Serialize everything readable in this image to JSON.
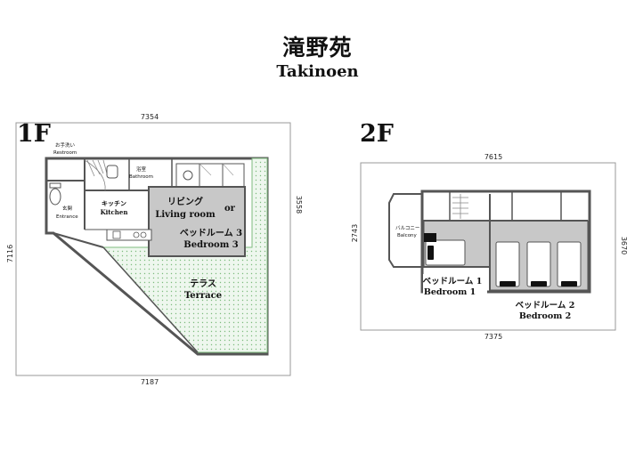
{
  "title": {
    "ja": "滝野苑",
    "en": "Takinoen"
  },
  "floor1": {
    "label": "1F",
    "dims": {
      "top": "7354",
      "left": "7116",
      "right": "3558",
      "bottom": "7187"
    },
    "rooms": {
      "restroom_ja": "お手洗い",
      "restroom_en": "Restroom",
      "bathroom_ja": "浴室",
      "bathroom_en": "Bathroom",
      "entrance_ja": "玄関",
      "entrance_en": "Entrance",
      "kitchen_ja": "キッチン",
      "kitchen_en": "Kitchen",
      "living_ja": "リビング",
      "living_en": "Living room",
      "or": "or",
      "bedroom3_ja": "ベッドルーム 3",
      "bedroom3_en": "Bedroom 3",
      "terrace_ja": "テラス",
      "terrace_en": "Terrace"
    }
  },
  "floor2": {
    "label": "2F",
    "dims": {
      "top": "7615",
      "left": "2743",
      "right": "3670",
      "bottom": "7375"
    },
    "rooms": {
      "balcony_ja": "バルコニー",
      "balcony_en": "Balcony",
      "bedroom1_ja": "ベッドルーム 1",
      "bedroom1_en": "Bedroom 1",
      "bedroom2_ja": "ベッドルーム 2",
      "bedroom2_en": "Bedroom 2"
    }
  },
  "colors": {
    "wall": "#555555",
    "living_fill": "#c8c8c8",
    "terrace_fill": "#eaf5ea",
    "terrace_dot": "#7dbb7d"
  }
}
